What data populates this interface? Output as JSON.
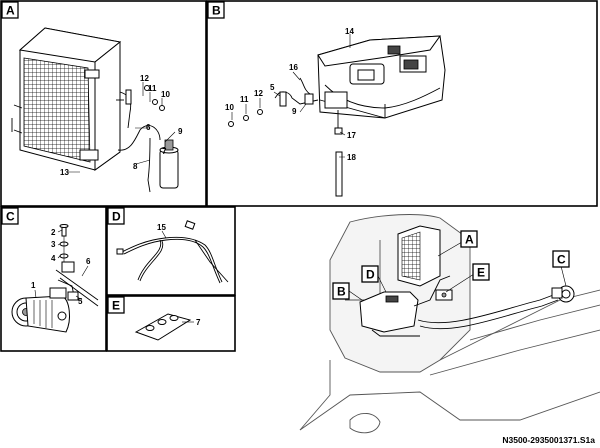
{
  "panels": {
    "a": "A",
    "b": "B",
    "c": "C",
    "d": "D",
    "e": "E"
  },
  "overview_tags": {
    "a": "A",
    "b": "B",
    "c": "C",
    "d": "D",
    "e": "E"
  },
  "callouts": {
    "a": [
      "12",
      "11",
      "10",
      "6",
      "9",
      "7",
      "8",
      "13"
    ],
    "b": [
      "14",
      "16",
      "10",
      "11",
      "12",
      "5",
      "9",
      "17",
      "18"
    ],
    "c": [
      "2",
      "3",
      "4",
      "1",
      "6",
      "5"
    ],
    "d": [
      "15"
    ],
    "e": [
      "7"
    ]
  },
  "document_number": "N3500-2935001371.S1a"
}
